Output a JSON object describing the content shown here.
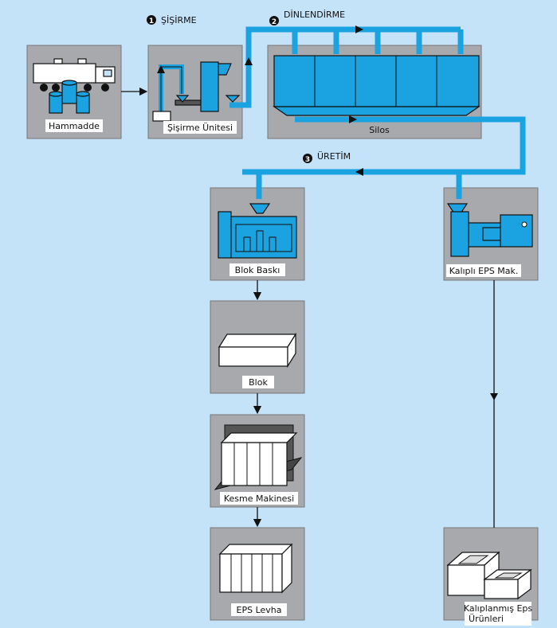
{
  "stages": {
    "s1": {
      "num": "1",
      "title": "ŞİŞİRME"
    },
    "s2": {
      "num": "2",
      "title": "DİNLENDİRME"
    },
    "s3": {
      "num": "3",
      "title": "ÜRETİM"
    }
  },
  "nodes": {
    "raw_material": "Hammadde",
    "expansion_unit": "Şişirme Ünitesi",
    "silo": "Silos",
    "block_press": "Blok Baskı",
    "block": "Blok",
    "cutting_machine": "Kesme Makinesi",
    "eps_sheet": "EPS Levha",
    "molded_machine": "Kalıplı EPS Mak.",
    "molded_products_line1": "Kalıplanmış Eps",
    "molded_products_line2": "Ürünleri"
  },
  "colors": {
    "background": "#c5e3f8",
    "pipe": "#1aa3e0",
    "panel": "#a7a9ac"
  }
}
